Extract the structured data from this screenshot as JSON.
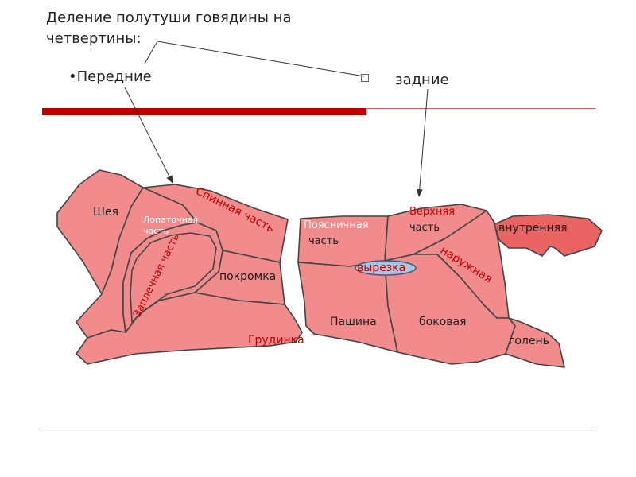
{
  "header": {
    "title": "Деление полутуши говядины на четвертины:",
    "front_label": "•Передние",
    "back_label": "задние"
  },
  "cuts": {
    "neck": "Шея",
    "shoulder_blade": "Лопаточная часть",
    "spinal": "Спинная часть",
    "shoulder": "Заплечная часть",
    "edge": "покромка",
    "brisket": "Грудинка",
    "lumbar": "Поясничная часть",
    "tenderloin": "вырезка",
    "flank": "Пашина",
    "top_rump": "Верхняя часть",
    "outer": "наружная",
    "inner": "внутренняя",
    "side": "боковая",
    "shank": "голень"
  },
  "colors": {
    "accent_bar": "#c00000",
    "meat_fill": "#f28b8b",
    "meat_stroke": "#444444",
    "inner_fill": "#ea6464",
    "tenderloin_fill": "#a8c4de"
  }
}
